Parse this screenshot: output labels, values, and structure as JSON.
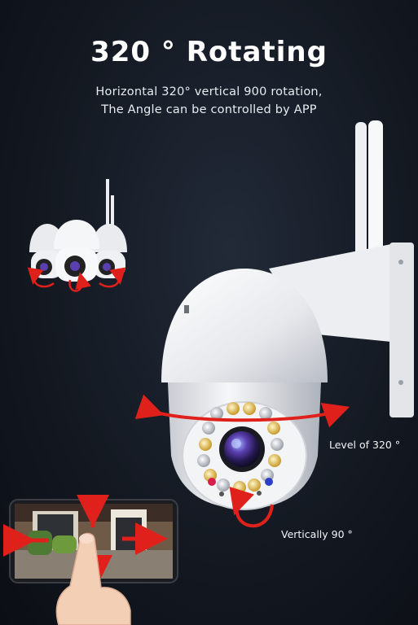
{
  "hero": {
    "title": "320 ° Rotating",
    "subtitle_line1": "Horizontal 320° vertical 900 rotation,",
    "subtitle_line2": "The Angle can be controlled by APP"
  },
  "annotations": {
    "horizontal_label": "Level of 320 °",
    "vertical_label": "Vertically 90 °"
  },
  "colors": {
    "background": "#141922",
    "camera_body": "#f1f2f4",
    "arrow": "#e0211b",
    "lens": "#3a2f8c"
  },
  "icons": {
    "main_product": "ptz-camera",
    "thumbnail": "camera-rotation-preview",
    "phone": "smartphone-app-control",
    "hand": "pointing-finger"
  }
}
